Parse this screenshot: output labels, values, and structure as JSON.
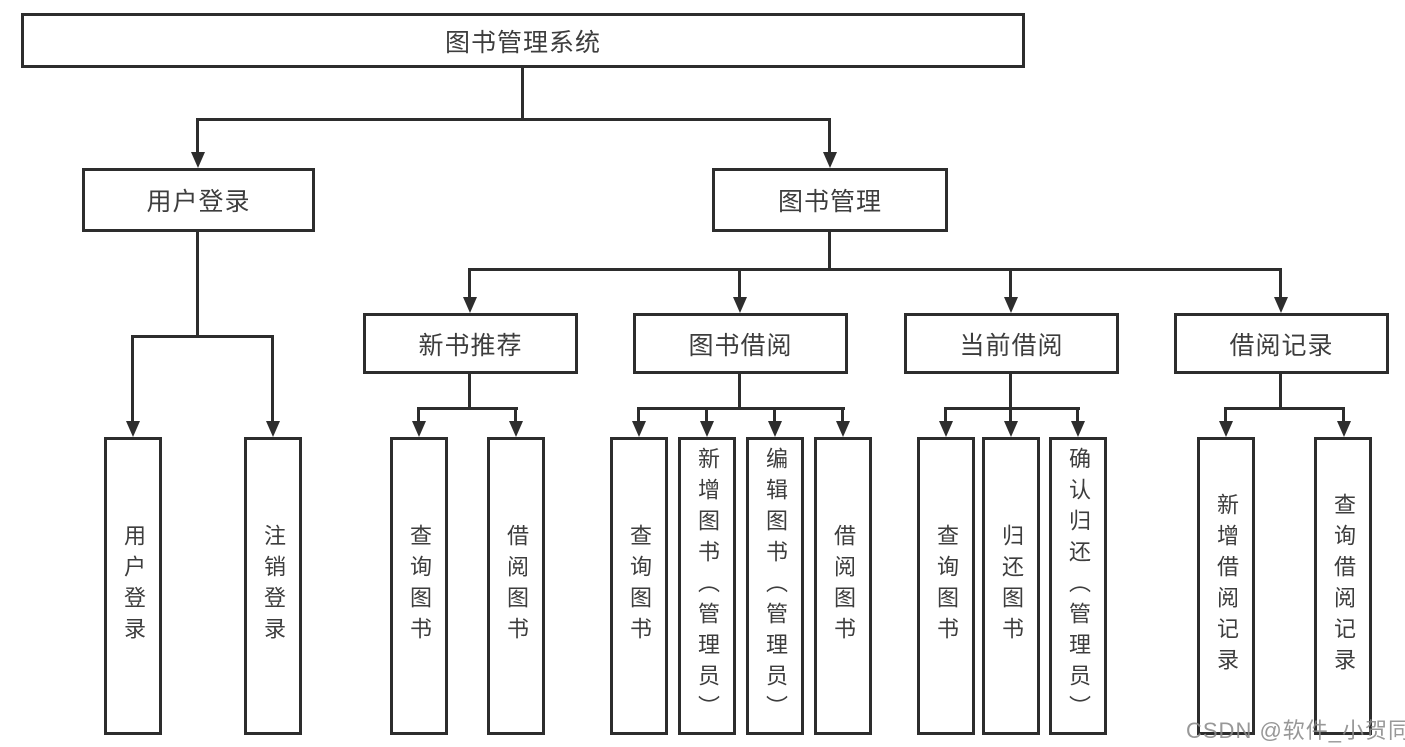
{
  "diagram": {
    "type": "hierarchy-tree",
    "title": "图书管理系统",
    "watermark": "CSDN @软件_小贺同学",
    "colors": {
      "line": "#2d2d2d",
      "box_border": "#2d2d2d",
      "box_fill": "#ffffff",
      "text": "#3d3d3d",
      "watermark": "#8a8a8a",
      "background": "#ffffff"
    },
    "nodes": {
      "root": {
        "label": "图书管理系统"
      },
      "userLogin": {
        "label": "用户登录"
      },
      "bookMgmt": {
        "label": "图书管理"
      },
      "newBookRec": {
        "label": "新书推荐"
      },
      "bookBorrow": {
        "label": "图书借阅"
      },
      "currentBorrow": {
        "label": "当前借阅"
      },
      "borrowRecord": {
        "label": "借阅记录"
      },
      "uLogin": {
        "label": "用户登录"
      },
      "uLogout": {
        "label": "注销登录"
      },
      "aQuery": {
        "label": "查询图书"
      },
      "aBorrow": {
        "label": "借阅图书"
      },
      "bQuery": {
        "label": "查询图书"
      },
      "bAdd": {
        "label": "新增图书（管理员）"
      },
      "bEdit": {
        "label": "编辑图书（管理员）"
      },
      "bBorrow": {
        "label": "借阅图书"
      },
      "cQuery": {
        "label": "查询图书"
      },
      "cReturn": {
        "label": "归还图书"
      },
      "cConfirm": {
        "label": "确认归还（管理员）"
      },
      "dAdd": {
        "label": "新增借阅记录"
      },
      "dQuery": {
        "label": "查询借阅记录"
      }
    },
    "tree": {
      "label": "图书管理系统",
      "children": [
        {
          "label": "用户登录",
          "children": [
            {
              "label": "用户登录"
            },
            {
              "label": "注销登录"
            }
          ]
        },
        {
          "label": "图书管理",
          "children": [
            {
              "label": "新书推荐",
              "children": [
                {
                  "label": "查询图书"
                },
                {
                  "label": "借阅图书"
                }
              ]
            },
            {
              "label": "图书借阅",
              "children": [
                {
                  "label": "查询图书"
                },
                {
                  "label": "新增图书（管理员）"
                },
                {
                  "label": "编辑图书（管理员）"
                },
                {
                  "label": "借阅图书"
                }
              ]
            },
            {
              "label": "当前借阅",
              "children": [
                {
                  "label": "查询图书"
                },
                {
                  "label": "归还图书"
                },
                {
                  "label": "确认归还（管理员）"
                }
              ]
            },
            {
              "label": "借阅记录",
              "children": [
                {
                  "label": "新增借阅记录"
                },
                {
                  "label": "查询借阅记录"
                }
              ]
            }
          ]
        }
      ]
    }
  }
}
